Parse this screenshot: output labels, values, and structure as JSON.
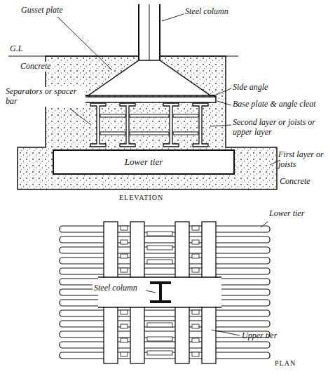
{
  "diagram": {
    "nodes": [
      {
        "text": [
          "Lower tier"
        ]
      }
    ],
    "labels": [
      "Gusset plate",
      "Steel column",
      "G.L",
      "Concrete",
      "Side angle",
      "Base plate & angle cleat",
      "Separators or spacer bar",
      "Second layer or joists or upper layer",
      "First layer or joists",
      "Concrete",
      "ELEVATION",
      "Lower tier",
      "Steel column",
      "Upper tier",
      "PLAN"
    ]
  }
}
